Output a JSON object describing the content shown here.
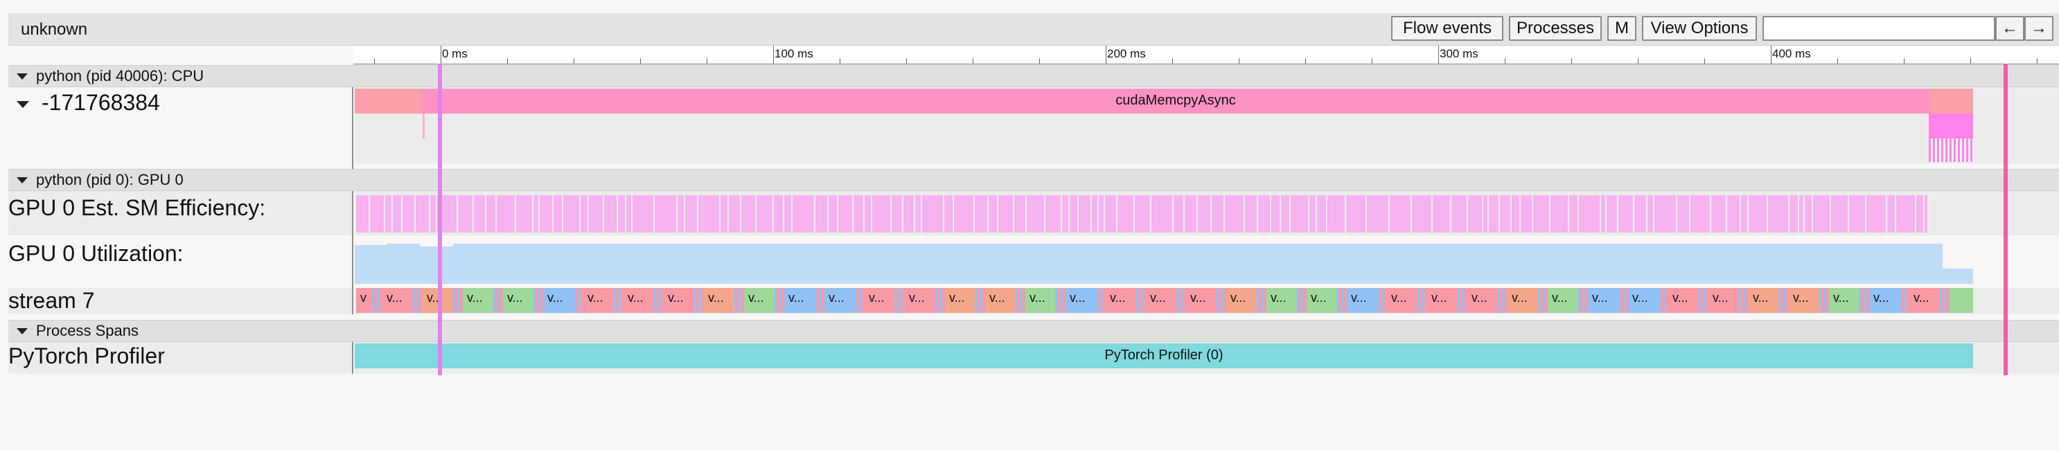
{
  "topbar": {
    "title": "unknown",
    "flow_events": "Flow events",
    "processes": "Processes",
    "m": "M",
    "view_options": "View Options",
    "prev": "←",
    "next": "→"
  },
  "ruler": {
    "labels": [
      "0 ms",
      "100 ms",
      "200 ms",
      "300 ms",
      "400 ms"
    ]
  },
  "sections": {
    "cpu": "python (pid 40006): CPU",
    "gpu": "python (pid 0): GPU 0",
    "spans": "Process Spans"
  },
  "tracks": {
    "thread": "-171768384",
    "sm_eff": "GPU 0 Est. SM Efficiency:",
    "util": "GPU 0 Utilization:",
    "stream": "stream 7",
    "profiler": "PyTorch Profiler"
  },
  "slices": {
    "memcpy": "cudaMemcpyAsync",
    "profiler_span": "PyTorch Profiler (0)",
    "kernel_short": "v",
    "kernel": "v..."
  },
  "colors": {
    "marker_start": "#e083ea",
    "marker_end": "#ee5fa0",
    "memcpy": "#fd93c4",
    "sm_eff": "#f6b3f0",
    "util": "#bfdcf6",
    "profiler": "#7fd9de"
  }
}
